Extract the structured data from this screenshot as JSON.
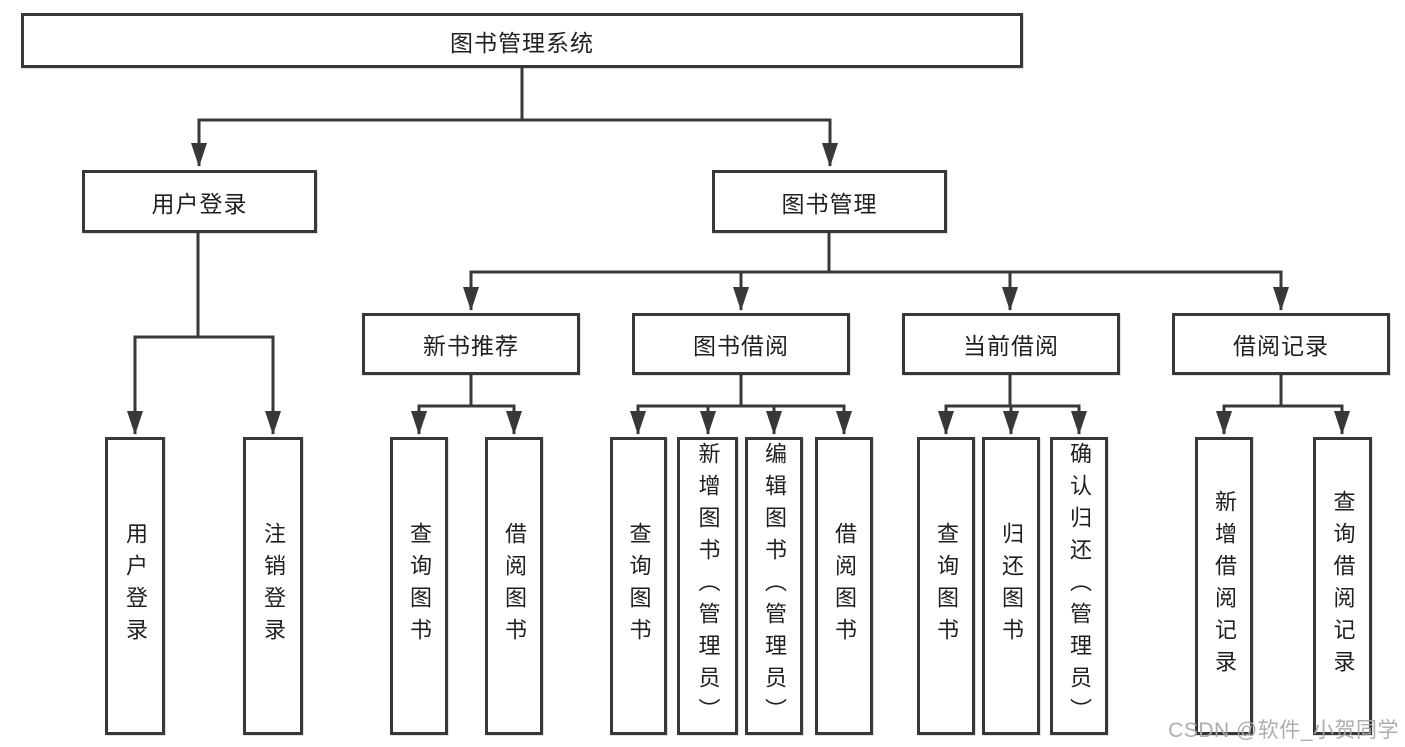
{
  "diagram": {
    "root_label": "图书管理系统",
    "branches": [
      {
        "label": "用户登录",
        "leaves": [
          "用户登录",
          "注销登录"
        ]
      },
      {
        "label": "图书管理",
        "groups": [
          {
            "label": "新书推荐",
            "leaves": [
              "查询图书",
              "借阅图书"
            ]
          },
          {
            "label": "图书借阅",
            "leaves": [
              "查询图书",
              "新增图书（管理员）",
              "编辑图书（管理员）",
              "借阅图书"
            ]
          },
          {
            "label": "当前借阅",
            "leaves": [
              "查询图书",
              "归还图书",
              "确认归还（管理员）"
            ]
          },
          {
            "label": "借阅记录",
            "leaves": [
              "新增借阅记录",
              "查询借阅记录"
            ]
          }
        ]
      }
    ],
    "colors": {
      "line": "#383838",
      "text": "#1f1f1f",
      "watermark": "#a9a9a9",
      "background": "#ffffff"
    }
  },
  "watermark": "CSDN @软件_小贺同学"
}
